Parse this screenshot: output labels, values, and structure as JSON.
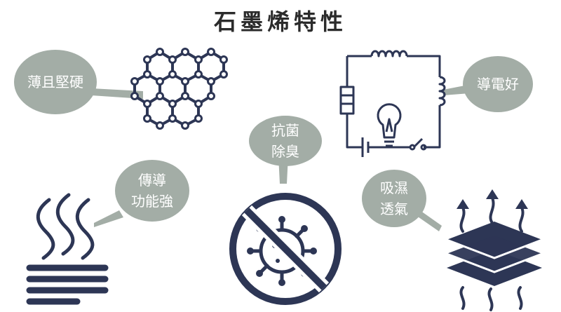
{
  "title": "石墨烯特性",
  "colors": {
    "bubble": "#a3ada6",
    "icon": "#2d3655",
    "text_on_bubble": "#ffffff"
  },
  "features": [
    {
      "lines": [
        "薄且堅硬"
      ],
      "icon": "graphene-lattice-icon"
    },
    {
      "lines": [
        "導電好"
      ],
      "icon": "circuit-icon"
    },
    {
      "lines": [
        "抗菌",
        "除臭"
      ],
      "icon": "no-virus-icon"
    },
    {
      "lines": [
        "傳導",
        "功能強"
      ],
      "icon": "heat-waves-icon"
    },
    {
      "lines": [
        "吸濕",
        "透氣"
      ],
      "icon": "breathable-layers-icon"
    }
  ]
}
